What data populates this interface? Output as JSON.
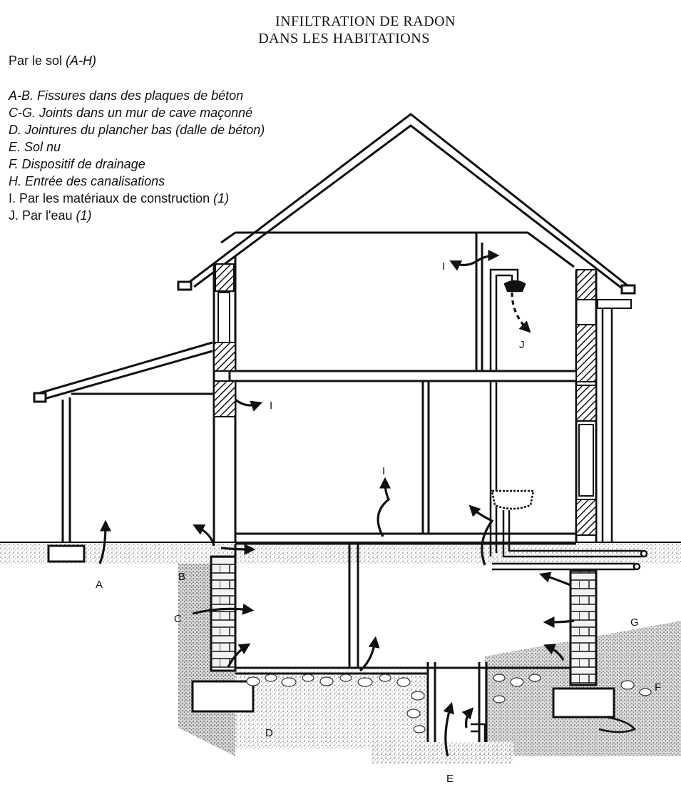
{
  "title": {
    "line1": "INFILTRATION DE RADON",
    "line2": "DANS LES HABITATIONS"
  },
  "intro": {
    "text": "Par le sol",
    "range": "(A-H)"
  },
  "legend": [
    {
      "text": "A-B. Fissures dans des plaques de béton",
      "ref": ""
    },
    {
      "text": "C-G. Joints dans un mur de cave maçonné",
      "ref": ""
    },
    {
      "text": "D. Jointures du plancher bas (dalle de béton)",
      "ref": ""
    },
    {
      "text": "E. Sol nu",
      "ref": ""
    },
    {
      "text": "F. Dispositif de drainage",
      "ref": ""
    },
    {
      "text": "H. Entrée des canalisations",
      "ref": ""
    },
    {
      "text": "I. Par les matériaux de construction",
      "ref": "(1)"
    },
    {
      "text": "J. Par l'eau",
      "ref": "(1)"
    }
  ],
  "labels": {
    "A": "A",
    "B": "B",
    "C": "C",
    "D": "D",
    "E": "E",
    "F": "F",
    "G": "G",
    "I_top": "I",
    "I_left": "I",
    "I_mid": "I",
    "J": "J"
  },
  "colors": {
    "ink": "#111111",
    "soil": "#8a8a8a",
    "paper": "#ffffff"
  }
}
